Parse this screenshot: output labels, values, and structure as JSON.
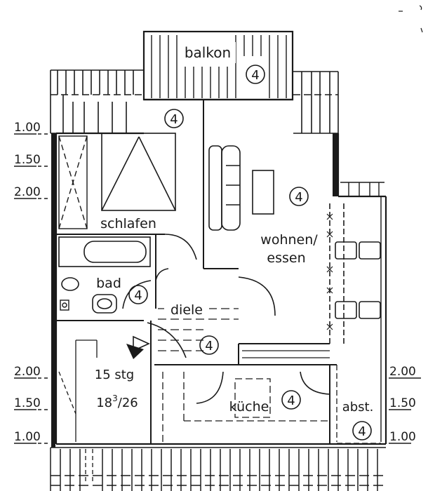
{
  "rooms": {
    "balcony": {
      "label": "balkon",
      "mark": "4"
    },
    "bedroom": {
      "label": "schlafen",
      "mark": "4"
    },
    "living": {
      "label_line1": "wohnen/",
      "label_line2": "essen",
      "mark": "4"
    },
    "bath": {
      "label": "bad",
      "mark": "4"
    },
    "hall": {
      "label": "diele",
      "mark": "4"
    },
    "stairs": {
      "line1": "15 stg",
      "line2_a": "18",
      "line2_sup": "3",
      "line2_b": "/26"
    },
    "kitchen": {
      "label": "küche",
      "mark": "4"
    },
    "storage": {
      "label": "abst.",
      "mark": "4"
    }
  },
  "dimensions_left": [
    "1.00",
    "1.50",
    "2.00",
    "2.00",
    "1.50",
    "1.00"
  ],
  "dimensions_right": [
    "2.00",
    "1.50",
    "1.00"
  ]
}
